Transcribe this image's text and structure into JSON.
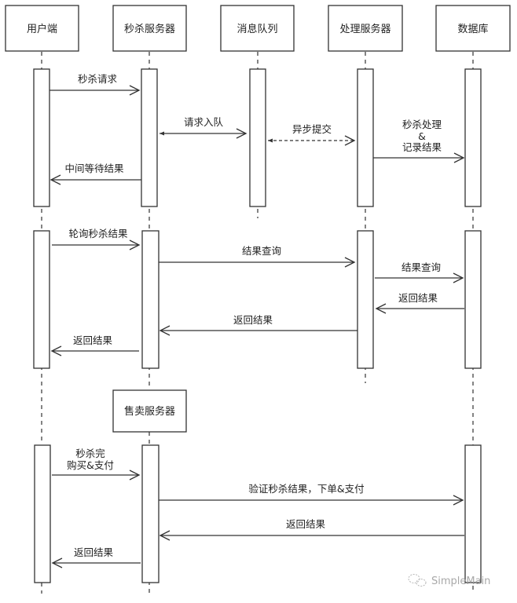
{
  "diagram": {
    "type": "sequence",
    "participants": [
      {
        "id": "user",
        "label": "用户端"
      },
      {
        "id": "seckill",
        "label": "秒杀服务器"
      },
      {
        "id": "queue",
        "label": "消息队列"
      },
      {
        "id": "processor",
        "label": "处理服务器"
      },
      {
        "id": "db",
        "label": "数据库"
      },
      {
        "id": "sales",
        "label": "售卖服务器"
      }
    ],
    "phases": [
      {
        "name": "seckill-request",
        "messages": [
          {
            "from": "user",
            "to": "seckill",
            "lines": [
              "秒杀请求"
            ],
            "style": "solid"
          },
          {
            "from": "seckill",
            "to": "queue",
            "lines": [
              "请求入队"
            ],
            "style": "solid",
            "bidirectional": true
          },
          {
            "from": "queue",
            "to": "processor",
            "lines": [
              "异步提交"
            ],
            "style": "dashed",
            "bidirectional": true
          },
          {
            "from": "processor",
            "to": "db",
            "lines": [
              "秒杀处理",
              "&",
              "记录结果"
            ],
            "style": "solid"
          },
          {
            "from": "seckill",
            "to": "user",
            "lines": [
              "中间等待结果"
            ],
            "style": "solid"
          }
        ]
      },
      {
        "name": "poll-result",
        "messages": [
          {
            "from": "user",
            "to": "seckill",
            "lines": [
              "轮询秒杀结果"
            ],
            "style": "solid"
          },
          {
            "from": "seckill",
            "to": "processor",
            "lines": [
              "结果查询"
            ],
            "style": "solid"
          },
          {
            "from": "processor",
            "to": "db",
            "lines": [
              "结果查询"
            ],
            "style": "solid"
          },
          {
            "from": "db",
            "to": "processor",
            "lines": [
              "返回结果"
            ],
            "style": "solid"
          },
          {
            "from": "processor",
            "to": "seckill",
            "lines": [
              "返回结果"
            ],
            "style": "solid"
          },
          {
            "from": "seckill",
            "to": "user",
            "lines": [
              "返回结果"
            ],
            "style": "solid"
          }
        ]
      },
      {
        "name": "purchase",
        "messages": [
          {
            "from": "user",
            "to": "sales",
            "lines": [
              "秒杀完",
              "购买&支付"
            ],
            "style": "solid"
          },
          {
            "from": "sales",
            "to": "db",
            "lines": [
              "验证秒杀结果，下单&支付"
            ],
            "style": "solid"
          },
          {
            "from": "db",
            "to": "sales",
            "lines": [
              "返回结果"
            ],
            "style": "solid"
          },
          {
            "from": "sales",
            "to": "user",
            "lines": [
              "返回结果"
            ],
            "style": "solid"
          }
        ]
      }
    ]
  },
  "watermark": {
    "icon": "wechat-icon",
    "text": "SimpleMain"
  }
}
